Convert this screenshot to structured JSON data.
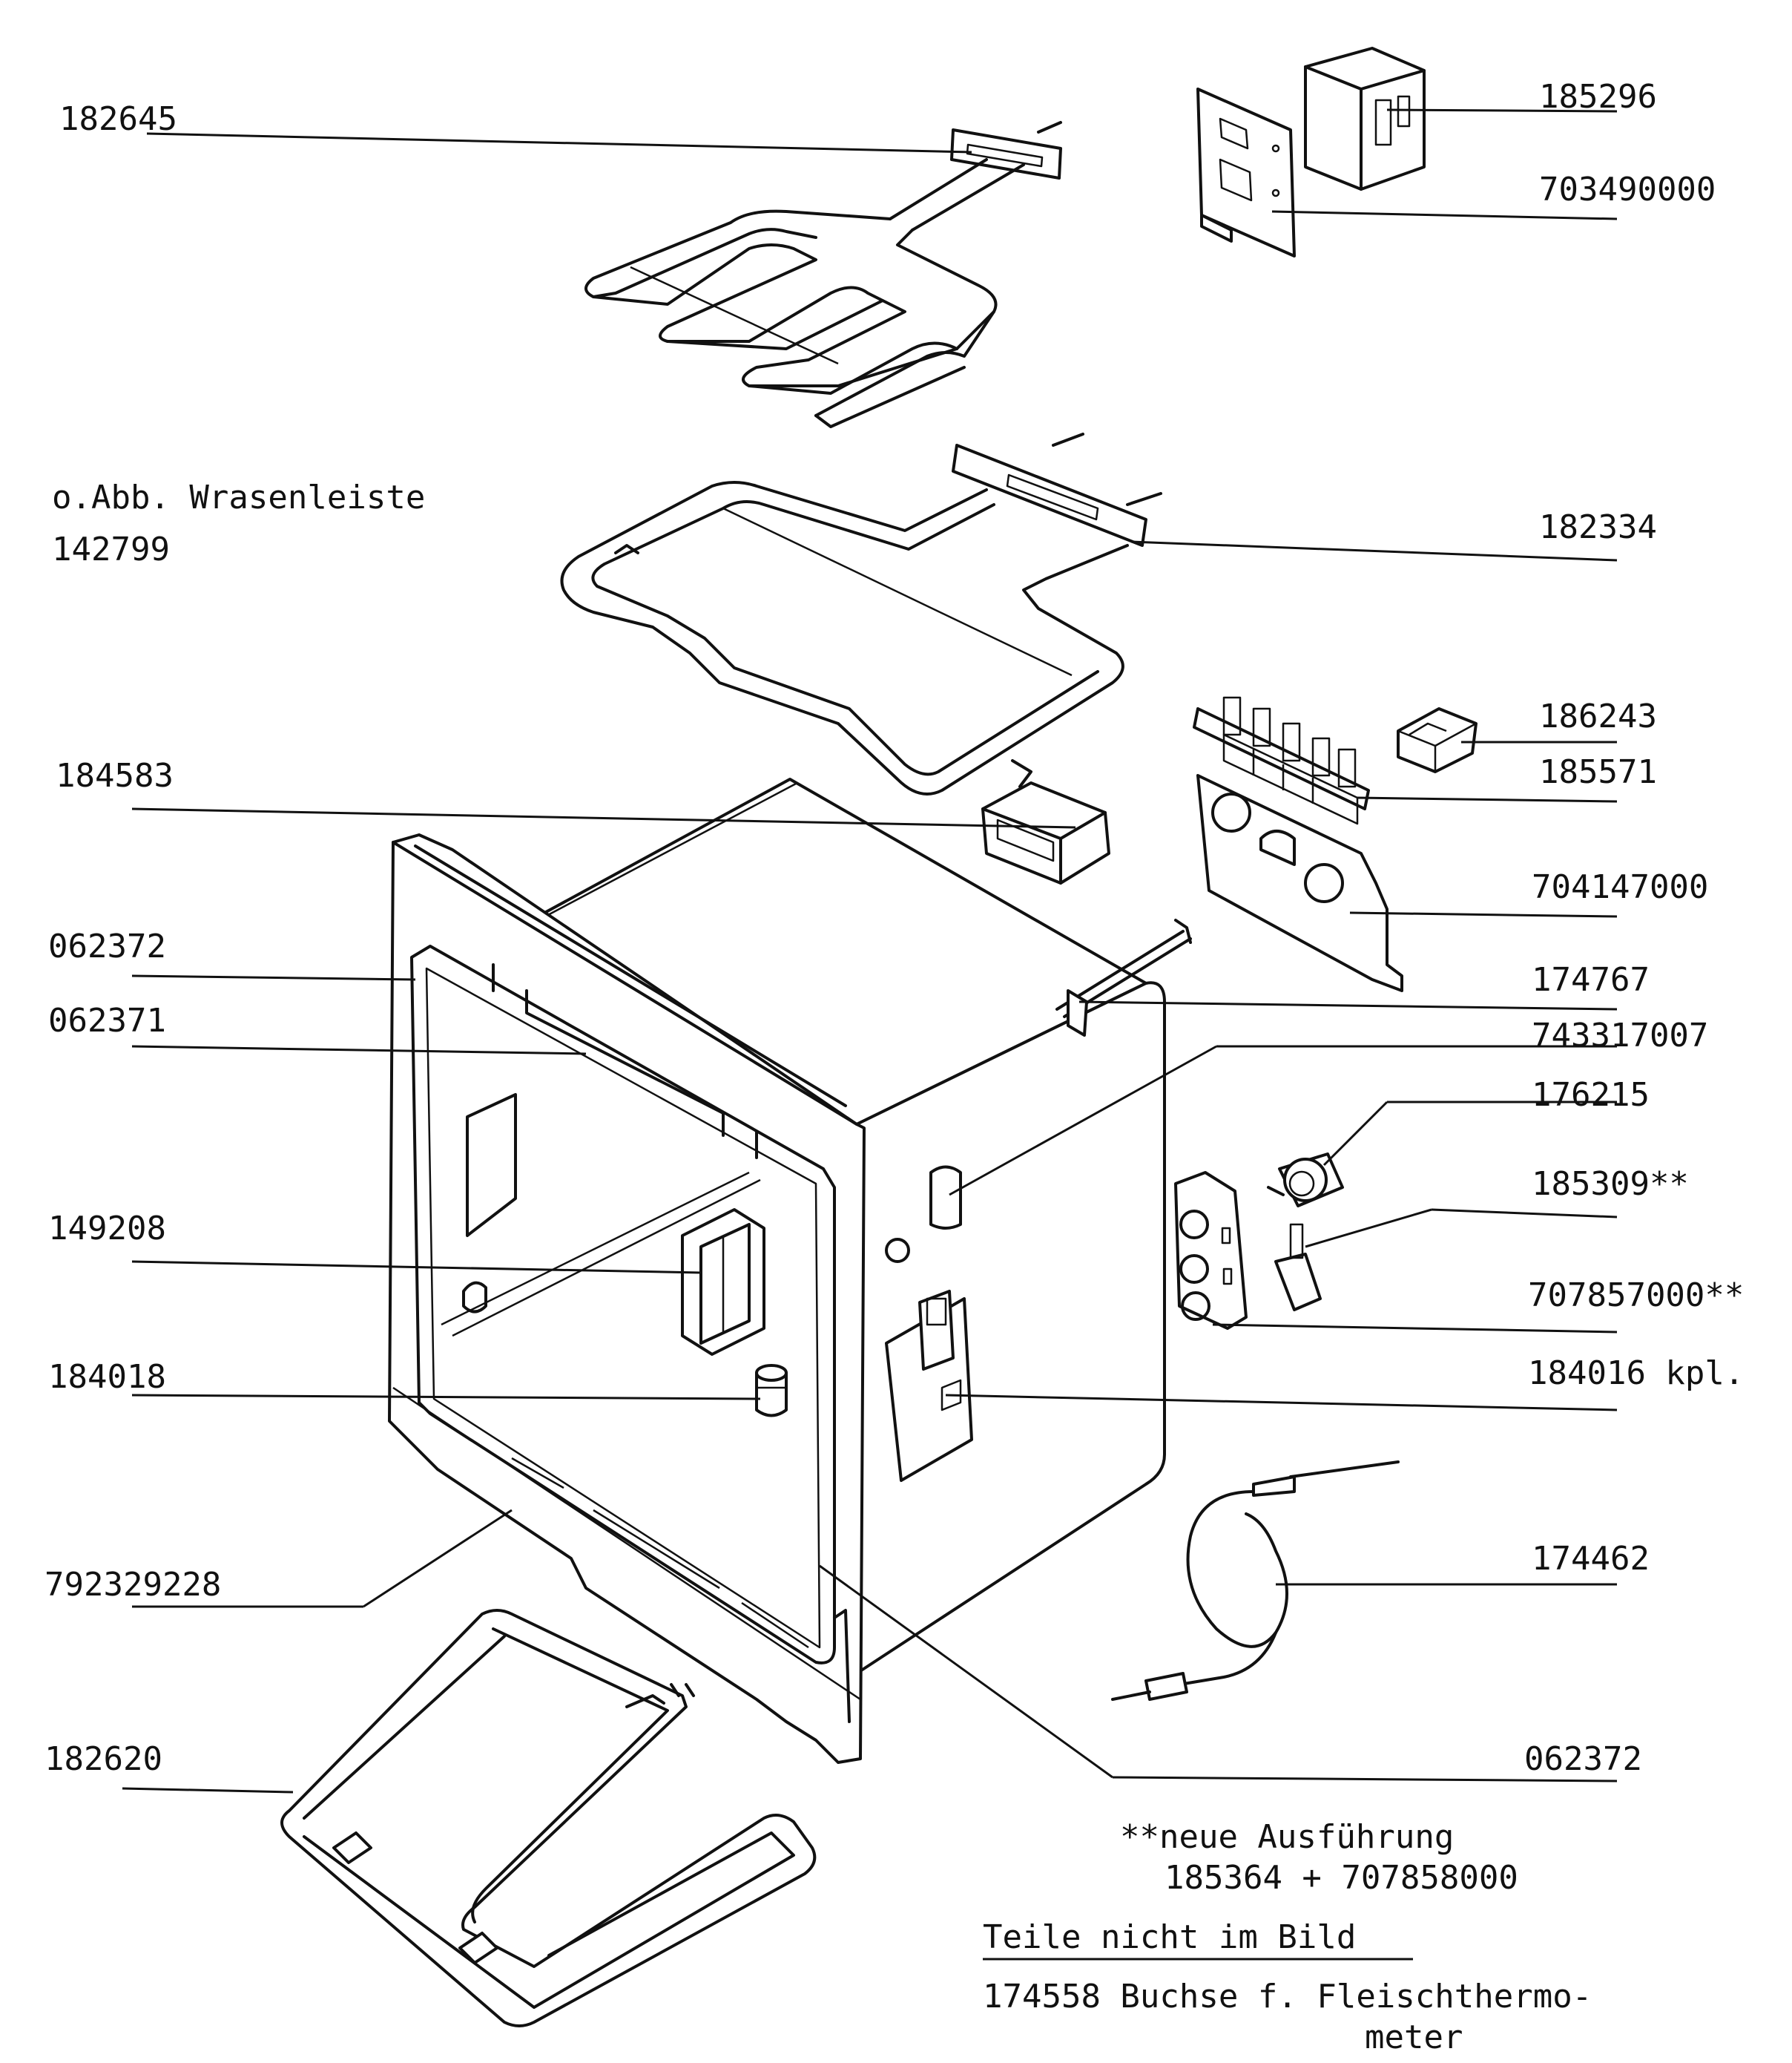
{
  "labels": {
    "p182645": "182645",
    "p185296": "185296",
    "p703490000": "703490000",
    "wrasen_note": "o.Abb. Wrasenleiste",
    "wrasen_num": "142799",
    "p182334": "182334",
    "p186243": "186243",
    "p185571": "185571",
    "p184583": "184583",
    "p704147000": "704147000",
    "p062372_top": "062372",
    "p174767": "174767",
    "p062371": "062371",
    "p743317007": "743317007",
    "p176215": "176215",
    "p185309": "185309**",
    "p149208": "149208",
    "p707857000": "707857000**",
    "p184018": "184018",
    "p184016": "184016 kpl.",
    "p174462": "174462",
    "p792329228": "792329228",
    "p182620": "182620",
    "p062372_bottom": "062372"
  },
  "notes": {
    "new_version_line1": "**neue Ausführung",
    "new_version_line2": "185364 + 707858000",
    "not_pictured_heading": "Teile nicht im Bild",
    "not_pictured_line1": "174558 Buchse f. Fleischthermo-",
    "not_pictured_line2": "meter"
  }
}
